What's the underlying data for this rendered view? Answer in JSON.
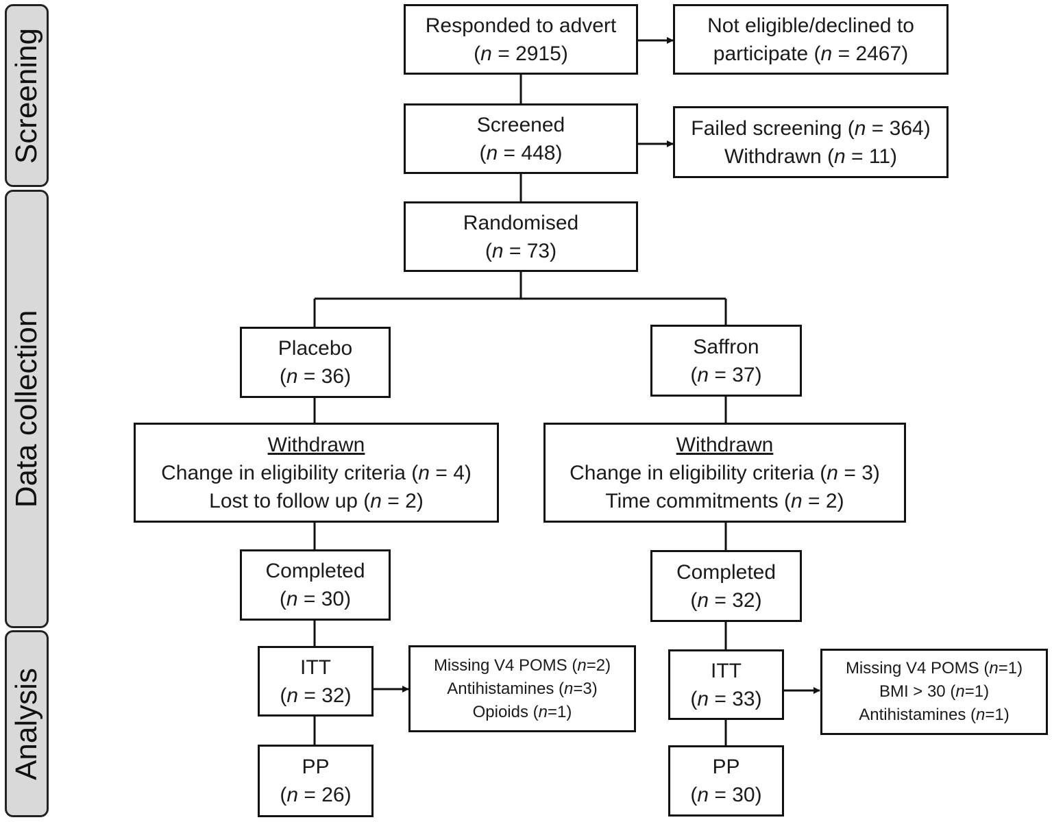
{
  "phases": {
    "screening": "Screening",
    "data_collection": "Data collection",
    "analysis": "Analysis"
  },
  "boxes": {
    "responded": {
      "label": "Responded to advert",
      "n": "2915"
    },
    "not_eligible": {
      "label1": "Not eligible/declined to",
      "label2": "participate",
      "n": "2467"
    },
    "screened": {
      "label": "Screened",
      "n": "448"
    },
    "failed": {
      "label1": "Failed screening",
      "n1": "364",
      "label2": "Withdrawn",
      "n2": "11"
    },
    "randomised": {
      "label": "Randomised",
      "n": "73"
    },
    "placebo": {
      "label": "Placebo",
      "n": "36"
    },
    "saffron": {
      "label": "Saffron",
      "n": "37"
    },
    "placebo_withdrawn": {
      "heading": "Withdrawn",
      "reason1": "Change in eligibility criteria",
      "n1": "4",
      "reason2": "Lost to follow up",
      "n2": "2"
    },
    "saffron_withdrawn": {
      "heading": "Withdrawn",
      "reason1": "Change in eligibility criteria",
      "n1": "3",
      "reason2": "Time commitments",
      "n2": "2"
    },
    "placebo_completed": {
      "label": "Completed",
      "n": "30"
    },
    "saffron_completed": {
      "label": "Completed",
      "n": "32"
    },
    "placebo_itt": {
      "label": "ITT",
      "n": "32"
    },
    "saffron_itt": {
      "label": "ITT",
      "n": "33"
    },
    "placebo_excluded": {
      "r1": "Missing V4 POMS",
      "n1": "2",
      "r2": "Antihistamines",
      "n2": "3",
      "r3": "Opioids",
      "n3": "1"
    },
    "saffron_excluded": {
      "r1": "Missing V4 POMS",
      "n1": "1",
      "r2": "BMI > 30",
      "n2": "1",
      "r3": "Antihistamines",
      "n3": "1"
    },
    "placebo_pp": {
      "label": "PP",
      "n": "26"
    },
    "saffron_pp": {
      "label": "PP",
      "n": "30"
    }
  },
  "n_symbol": "n"
}
